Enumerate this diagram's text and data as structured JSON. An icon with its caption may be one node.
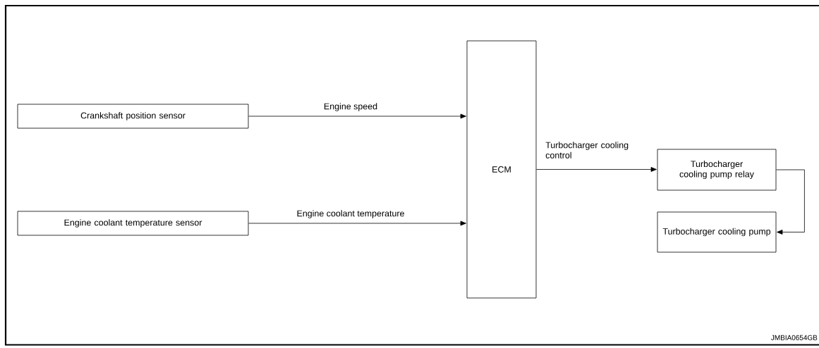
{
  "diagram": {
    "nodes": [
      {
        "text": [
          "Crankshaft position sensor"
        ]
      },
      {
        "text": [
          "Engine coolant temperature sensor"
        ]
      },
      {
        "text": [
          "ECM"
        ]
      },
      {
        "text": [
          "Turbocharger cooling pump relay"
        ]
      },
      {
        "text": [
          "Turbocharger cooling pump"
        ]
      }
    ],
    "edges": [
      {
        "from": 0,
        "to": 2,
        "arrow": "to",
        "label": "Engine speed"
      },
      {
        "from": 1,
        "to": 2,
        "arrow": "to",
        "label": "Engine coolant temperature"
      },
      {
        "from": 2,
        "to": 3,
        "arrow": "to",
        "label": "Turbocharger cooling control"
      },
      {
        "from": 3,
        "to": 4,
        "arrow": "to"
      }
    ],
    "labels": [
      "JMBIA0654GB"
    ]
  }
}
